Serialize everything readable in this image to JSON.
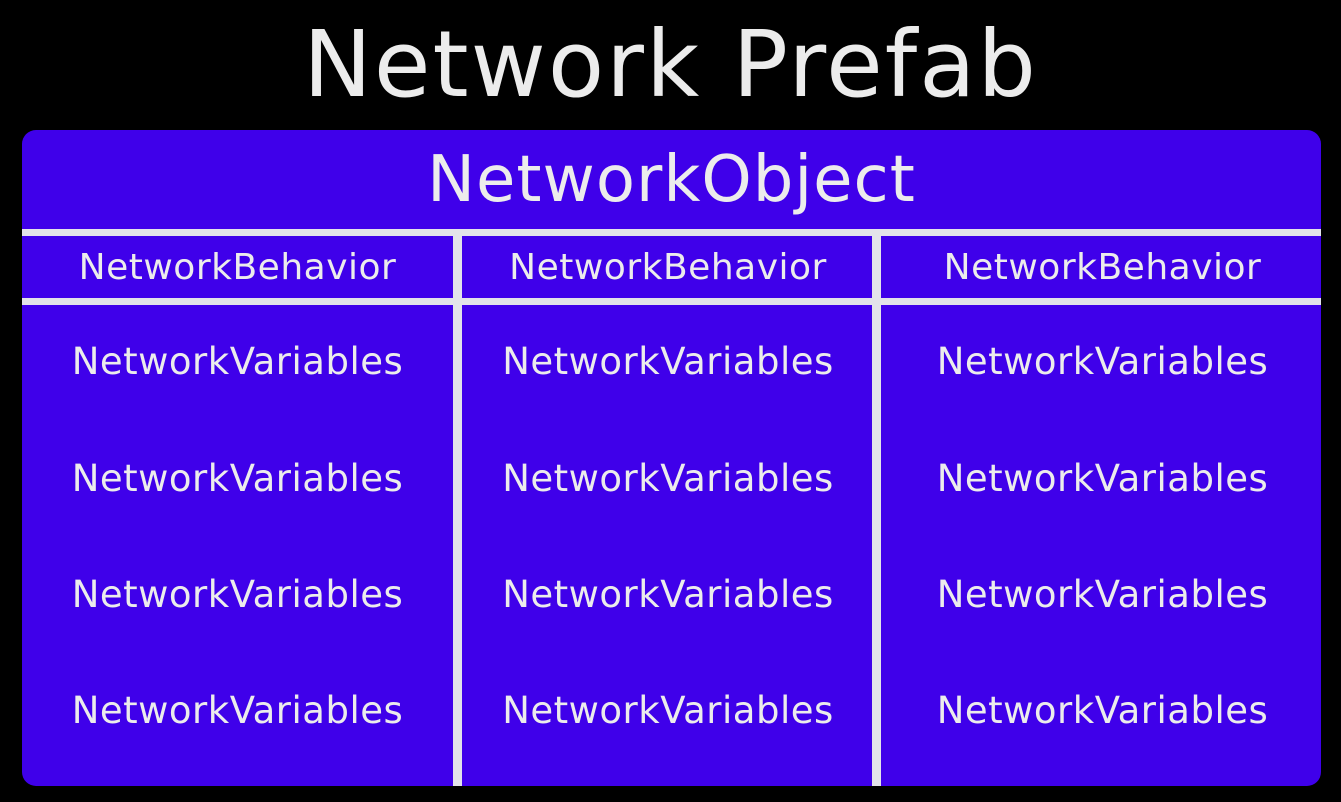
{
  "title": "Network Prefab",
  "object_label": "NetworkObject",
  "colors": {
    "background": "#000000",
    "box_fill": "#3f00ea",
    "divider": "#e3e3ea",
    "text": "#ececec"
  },
  "columns": [
    {
      "behavior": "NetworkBehavior",
      "variables": [
        "NetworkVariables",
        "NetworkVariables",
        "NetworkVariables",
        "NetworkVariables"
      ]
    },
    {
      "behavior": "NetworkBehavior",
      "variables": [
        "NetworkVariables",
        "NetworkVariables",
        "NetworkVariables",
        "NetworkVariables"
      ]
    },
    {
      "behavior": "NetworkBehavior",
      "variables": [
        "NetworkVariables",
        "NetworkVariables",
        "NetworkVariables",
        "NetworkVariables"
      ]
    }
  ]
}
